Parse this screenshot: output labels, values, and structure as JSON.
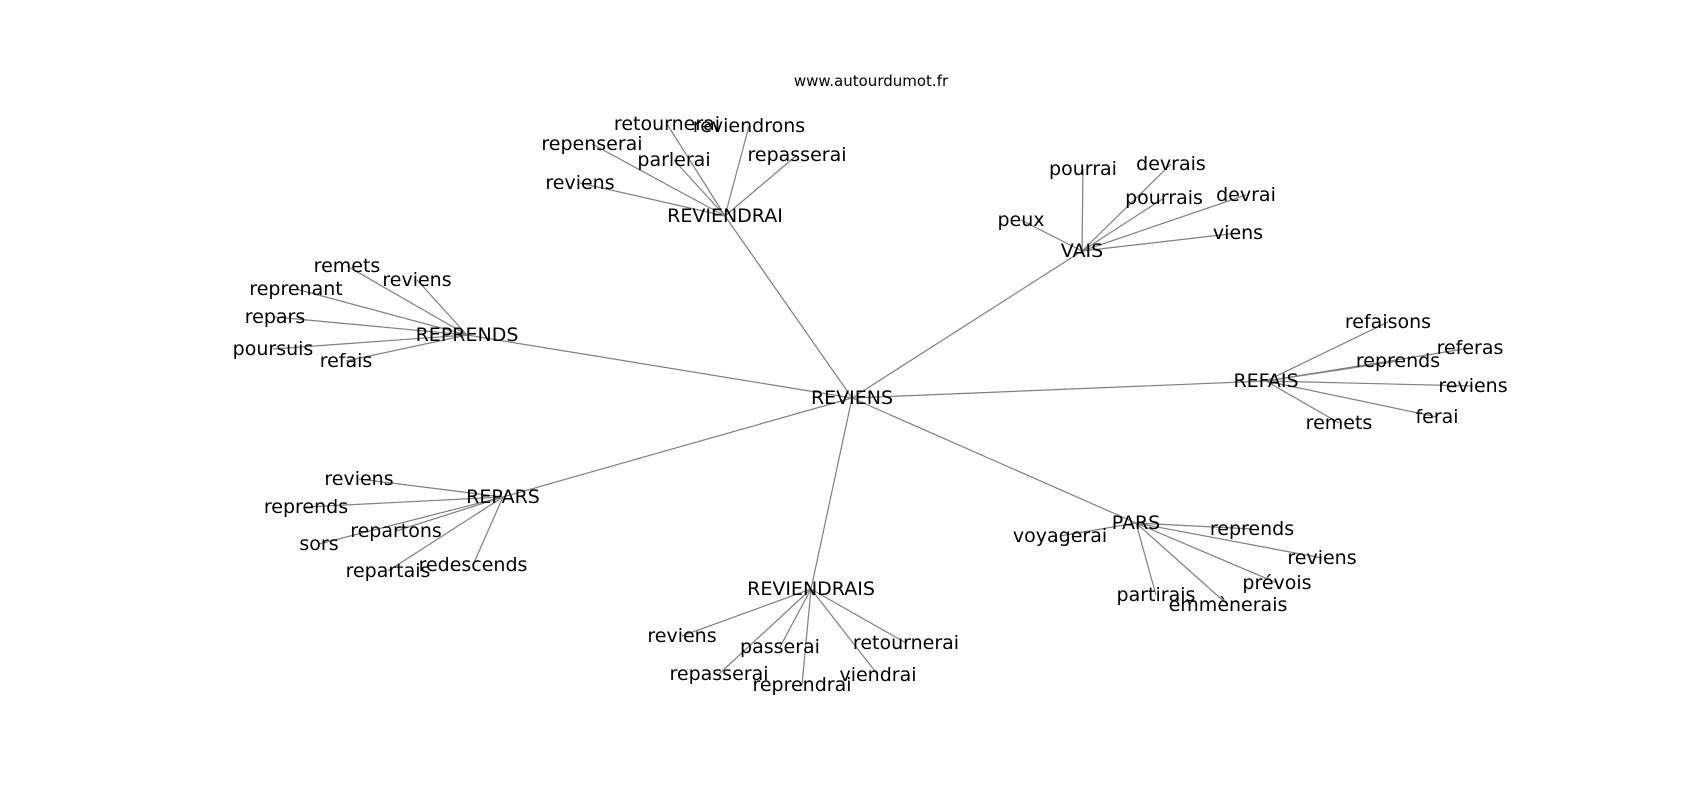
{
  "watermark": "www.autourdumot.fr",
  "graph": {
    "center": "REVIENS",
    "hubs": [
      {
        "id": "reviendrai",
        "label": "REVIENDRAI",
        "leaves": [
          "retournerai",
          "reviendrons",
          "repenserai",
          "parlerai",
          "repasserai",
          "reviens"
        ]
      },
      {
        "id": "vais",
        "label": "VAIS",
        "leaves": [
          "pourrai",
          "devrais",
          "pourrais",
          "devrai",
          "peux",
          "viens"
        ]
      },
      {
        "id": "reprends",
        "label": "REPRENDS",
        "leaves": [
          "remets",
          "reviens",
          "reprenant",
          "repars",
          "poursuis",
          "refais"
        ]
      },
      {
        "id": "refais",
        "label": "REFAIS",
        "leaves": [
          "refaisons",
          "reprends",
          "referas",
          "reviens",
          "ferai",
          "remets"
        ]
      },
      {
        "id": "repars",
        "label": "REPARS",
        "leaves": [
          "reviens",
          "reprends",
          "repartons",
          "sors",
          "repartais",
          "redescends"
        ]
      },
      {
        "id": "pars",
        "label": "PARS",
        "leaves": [
          "voyagerai",
          "reprends",
          "reviens",
          "prévois",
          "partirais",
          "emmènerais"
        ]
      },
      {
        "id": "reviendrais",
        "label": "REVIENDRAIS",
        "leaves": [
          "reviens",
          "passerai",
          "retournerai",
          "repasserai",
          "reprendrai",
          "viendrai"
        ]
      }
    ]
  }
}
